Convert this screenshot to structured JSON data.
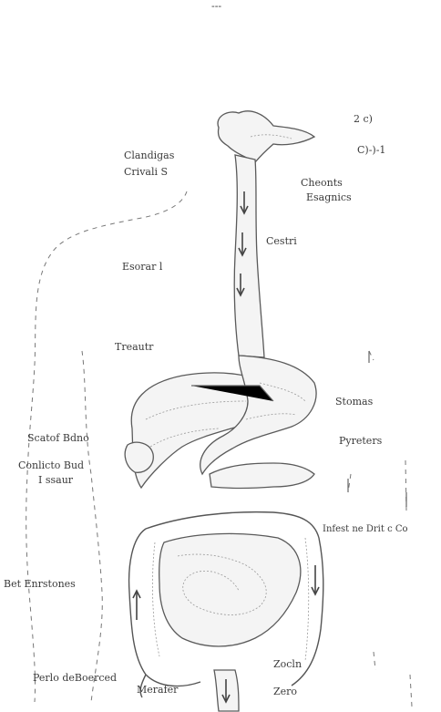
{
  "labels": {
    "top_mark": "---",
    "mouth_a": "2 c)",
    "mouth_b": "C)-)-1",
    "glands_1": "Clandigas",
    "glands_2": "Crivali S",
    "esoph_a_1": "Cheonts",
    "esoph_a_2": "Esagnics",
    "esoph_b": "Cestri",
    "esophagus": "Esorar l",
    "liver": "Treautr",
    "stomach": "Stomas",
    "spleen": "Pyreters",
    "gallbladder": "Scatof Bdno",
    "duct_1": "Conlicto Bud",
    "duct_2": "I ssaur",
    "small_int": "Infest ne Drit c Co",
    "large_int": "Bet Enrstones",
    "appendix_1": "Perlo deBoerced",
    "appendix_2": "Merafer",
    "rectum": "Zocln",
    "anus": "Zero"
  }
}
